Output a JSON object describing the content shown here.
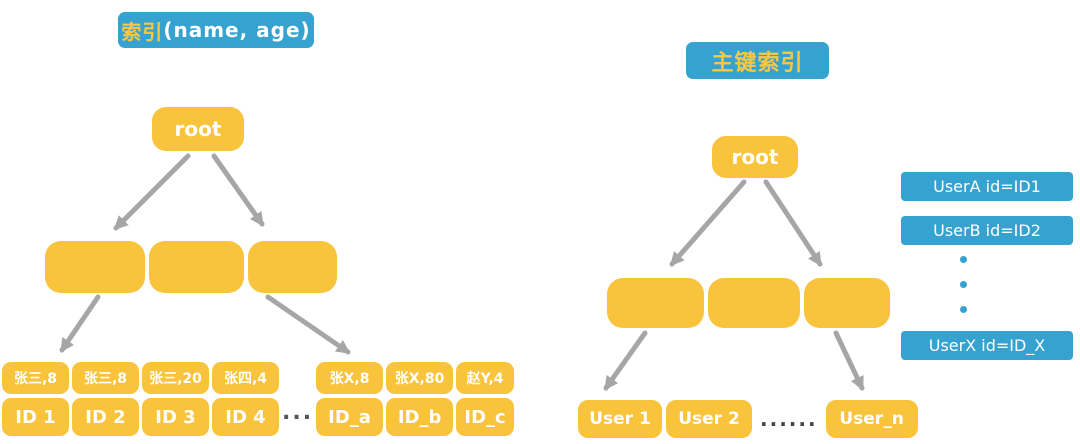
{
  "colors": {
    "yellow": "#F9C33B",
    "blue": "#36A2CF",
    "arrow": "#A6A6A6",
    "title_accent": "#F8C843"
  },
  "left": {
    "title_cn": "索引",
    "title_rest": "(name, age)",
    "root": "root",
    "ellipsis": "...",
    "leaves": [
      {
        "top": "张三,8",
        "bottom": "ID 1"
      },
      {
        "top": "张三,8",
        "bottom": "ID 2"
      },
      {
        "top": "张三,20",
        "bottom": "ID 3"
      },
      {
        "top": "张四,4",
        "bottom": "ID 4"
      },
      {
        "top": "张X,8",
        "bottom": "ID_a"
      },
      {
        "top": "张X,80",
        "bottom": "ID_b"
      },
      {
        "top": "赵Y,4",
        "bottom": "ID_c"
      }
    ]
  },
  "right": {
    "title": "主键索引",
    "root": "root",
    "leaves": [
      "User 1",
      "User 2",
      "User_n"
    ],
    "leaf_ellipsis": "......",
    "side_boxes": [
      "UserA id=ID1",
      "UserB id=ID2",
      "UserX id=ID_X"
    ]
  }
}
